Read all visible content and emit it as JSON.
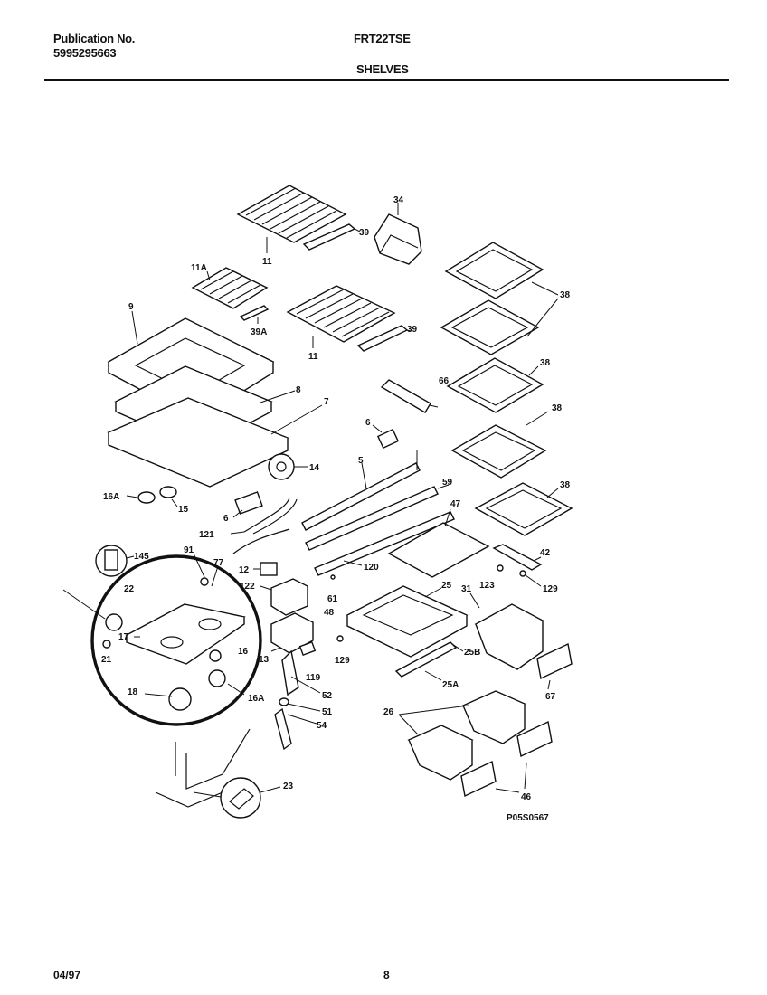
{
  "header": {
    "publication_label": "Publication No.",
    "publication_number": "5995295663",
    "model": "FRT22TSE",
    "section": "SHELVES"
  },
  "footer": {
    "date": "04/97",
    "page": "8"
  },
  "diagram": {
    "reference_code": "P05S0567",
    "callouts": [
      "34",
      "11",
      "39",
      "11A",
      "39A",
      "11",
      "39",
      "38",
      "38",
      "38",
      "38",
      "9",
      "8",
      "7",
      "66",
      "6",
      "14",
      "5",
      "59",
      "16A",
      "15",
      "6",
      "47",
      "42",
      "121",
      "145",
      "91",
      "77",
      "120",
      "12",
      "123",
      "129",
      "122",
      "61",
      "25",
      "31",
      "22",
      "48",
      "17",
      "25B",
      "21",
      "129",
      "13",
      "16",
      "119",
      "25A",
      "67",
      "18",
      "16A",
      "52",
      "51",
      "54",
      "26",
      "23",
      "46"
    ]
  }
}
